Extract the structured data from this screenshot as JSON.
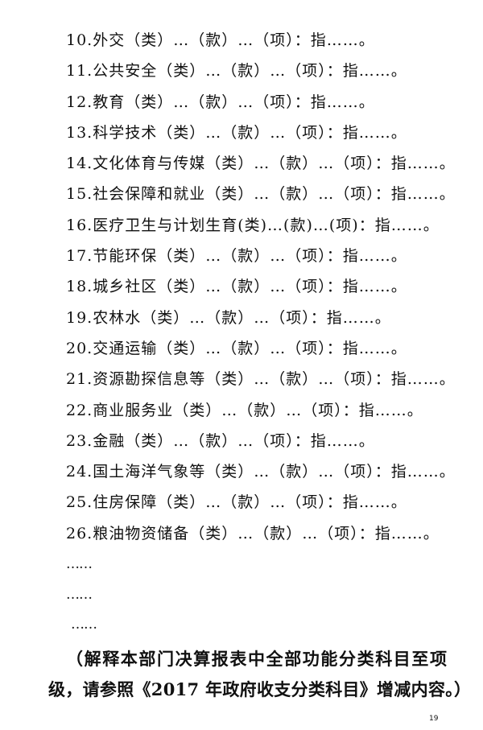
{
  "items": [
    "10.外交（类）…（款）…（项）：指……。",
    "11.公共安全（类）…（款）…（项）：指……。",
    "12.教育（类）…（款）…（项）：指……。",
    "13.科学技术（类）…（款）…（项）：指……。",
    "14.文化体育与传媒（类）…（款）…（项）：指……。",
    "15.社会保障和就业（类）…（款）…（项）：指……。",
    "16.医疗卫生与计划生育(类)…(款)…(项)：指……。",
    "17.节能环保（类）…（款）…（项）：指……。",
    "18.城乡社区（类）…（款）…（项）：指……。",
    "19.农林水（类）…（款）…（项）：指……。",
    "20.交通运输（类）…（款）…（项）：指……。",
    "21.资源勘探信息等（类）…（款）…（项）：指……。",
    "22.商业服务业（类）…（款）…（项）：指……。",
    "23.金融（类）…（款）…（项）：指……。",
    "24.国土海洋气象等（类）…（款）…（项）：指……。",
    "25.住房保障（类）…（款）…（项）：指……。",
    "26.粮油物资储备（类）…（款）…（项）：指……。"
  ],
  "ellipses": [
    "……",
    "……",
    "……"
  ],
  "note": {
    "line1": "（解释本部门决算报表中全部功能分类科目至项",
    "line2": "级，请参照《2017 年政府收支分类科目》增减内容。）"
  },
  "page_number": "19"
}
